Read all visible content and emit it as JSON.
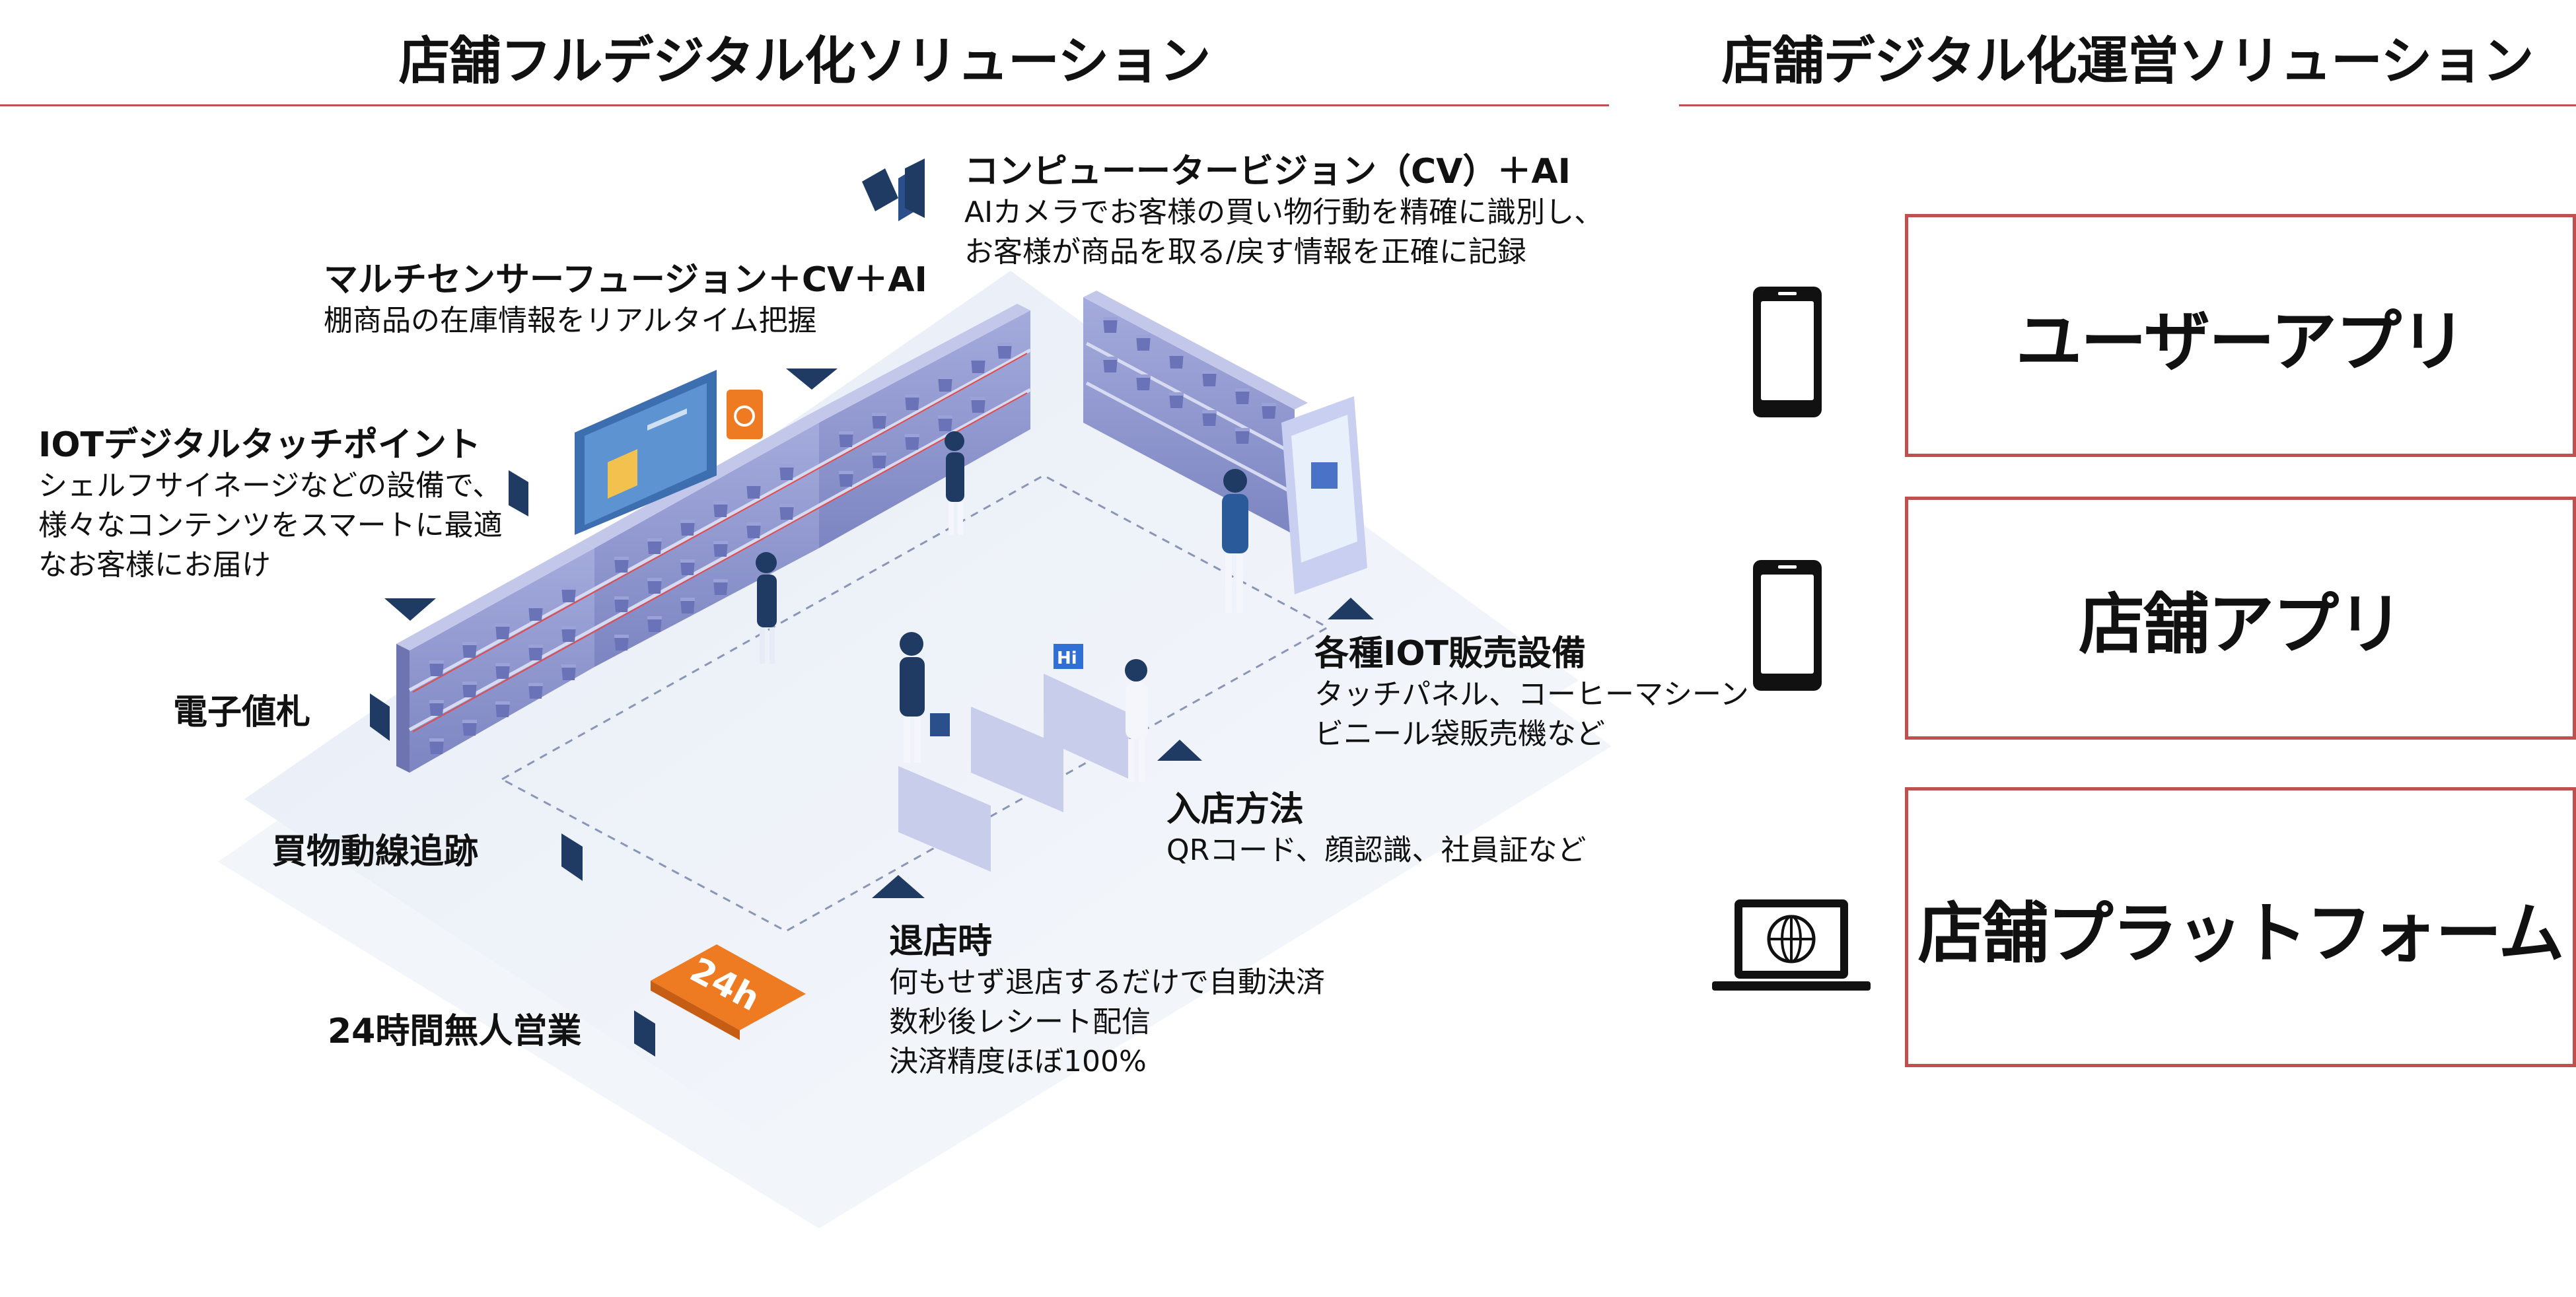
{
  "left_heading": "店舗フルデジタル化ソリューション",
  "right_heading": "店舗デジタル化運営ソリューション",
  "features": {
    "cv": {
      "title": "コンピューータービジョン（CV）＋AI",
      "lines": [
        "AIカメラでお客様の買い物行動を精確に識別し、",
        "お客様が商品を取る/戻す情報を正確に記録"
      ]
    },
    "sensor": {
      "title": "マルチセンサーフュージョン＋CV＋AI",
      "lines": [
        "棚商品の在庫情報をリアルタイム把握"
      ]
    },
    "iot_touch": {
      "title": "IOTデジタルタッチポイント",
      "lines": [
        "シェルフサイネージなどの設備で、",
        "様々なコンテンツをスマートに最適",
        "なお客様にお届け"
      ]
    },
    "esl": {
      "title": "電子値札"
    },
    "tracking": {
      "title": "買物動線追跡"
    },
    "unmanned": {
      "title": "24時間無人営業"
    },
    "iot_sales": {
      "title": "各種IOT販売設備",
      "lines": [
        "タッチパネル、コーヒーマシーン",
        "ビニール袋販売機など"
      ]
    },
    "entry": {
      "title": "入店方法",
      "lines": [
        "QRコード、顔認識、社員証など"
      ]
    },
    "exit": {
      "title": "退店時",
      "lines": [
        "何もせず退店するだけで自動決済",
        "数秒後レシート配信",
        "決済精度ほぼ100%"
      ]
    }
  },
  "illustration": {
    "badge_text": "24h",
    "speech_text": "Hi"
  },
  "solutions": [
    {
      "label": "ユーザーアプリ",
      "icon": "smartphone-icon"
    },
    {
      "label": "店舗アプリ",
      "icon": "smartphone-icon"
    },
    {
      "label": "店舗プラットフォーム",
      "icon": "laptop-globe-icon"
    }
  ],
  "colors": {
    "accent_red": "#c0504d",
    "navy": "#1f3b63",
    "shelf_blue": "#8790c8",
    "floor": "#eef2f8",
    "badge_orange": "#ee7a22"
  }
}
